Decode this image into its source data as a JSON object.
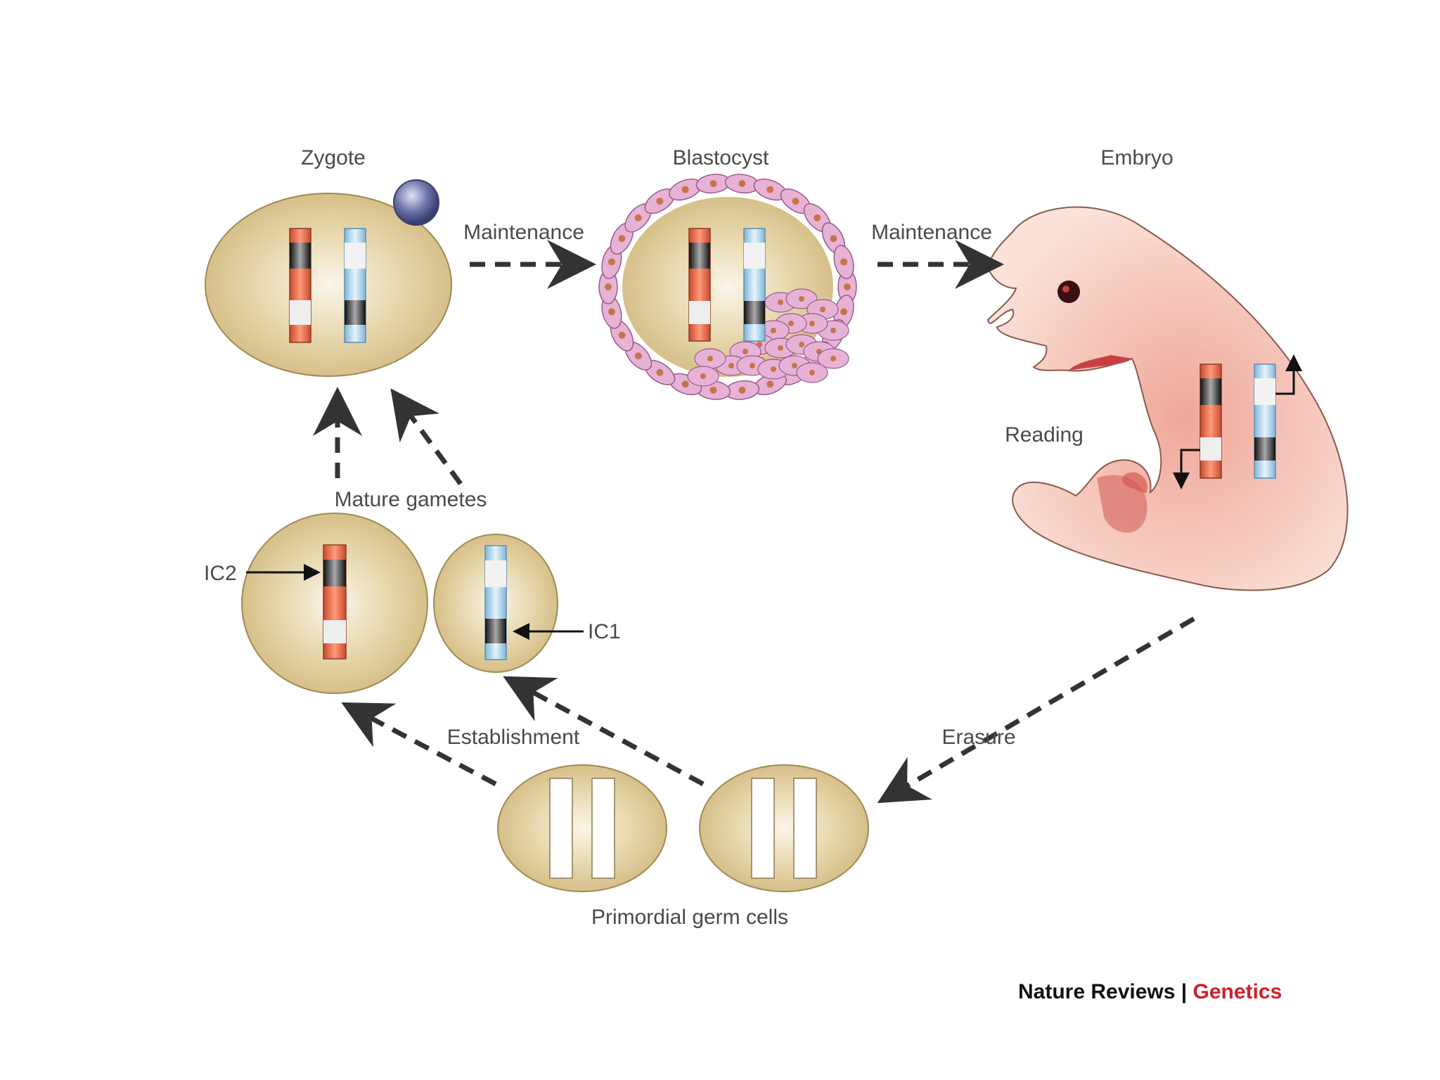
{
  "labels": {
    "zygote": "Zygote",
    "blastocyst": "Blastocyst",
    "embryo": "Embryo",
    "maintenance_1": "Maintenance",
    "maintenance_2": "Maintenance",
    "reading": "Reading",
    "mature_gametes": "Mature gametes",
    "ic2": "IC2",
    "ic1": "IC1",
    "establishment": "Establishment",
    "erasure": "Erasure",
    "primordial_germ_cells": "Primordial germ cells"
  },
  "credit": {
    "publisher": "Nature Reviews",
    "separator": "|",
    "journal": "Genetics"
  },
  "colors": {
    "cell_fill": "#d9c48e",
    "maternal_chromosome": "#e86a4a",
    "paternal_chromosome": "#a9d3ec",
    "imprint_mark": "#1a1a1a",
    "blastocyst_cell": "#e6b3d6",
    "embryo_skin": "#f4c0b0",
    "arrow": "#333333",
    "journal_accent": "#d0202a"
  }
}
